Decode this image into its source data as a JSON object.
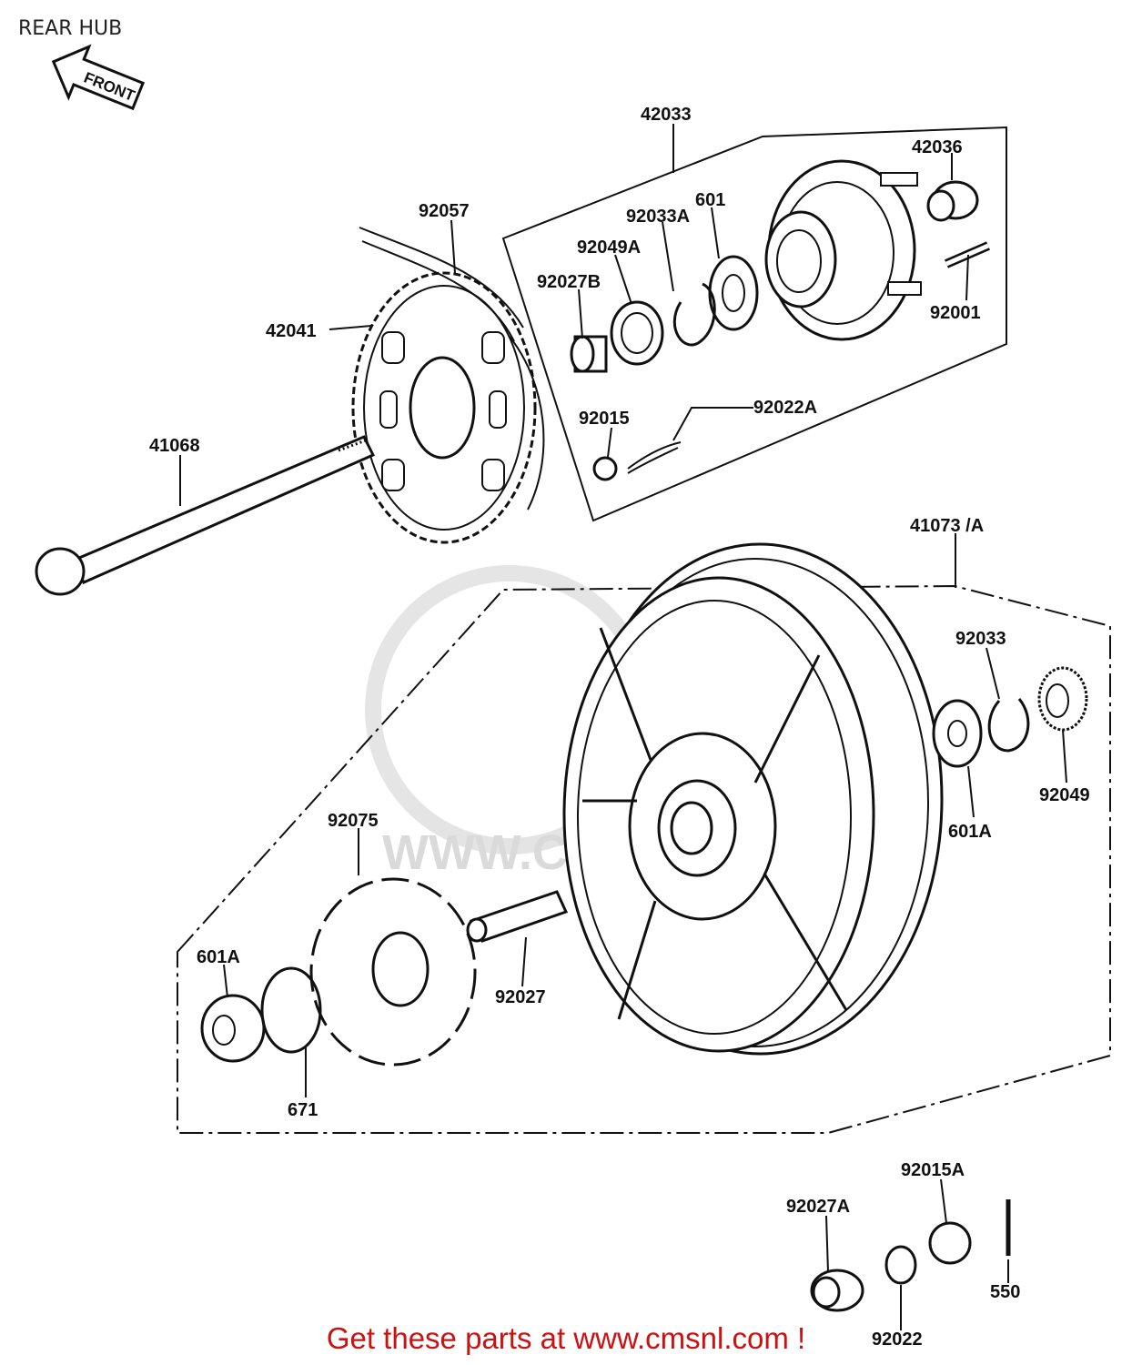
{
  "title": "REAR HUB",
  "front_arrow": "FRONT",
  "watermark": "WWW.CMSNL.COM",
  "footer": "Get these parts at www.cmsnl.com !",
  "parts": {
    "p42033": "42033",
    "p42036": "42036",
    "p601": "601",
    "p92033A": "92033A",
    "p92057": "92057",
    "p92049A": "92049A",
    "p92027B": "92027B",
    "p92001": "92001",
    "p42041": "42041",
    "p92015": "92015",
    "p92022A": "92022A",
    "p41068": "41068",
    "p41073A": "41073 /A",
    "p92033": "92033",
    "p92049": "92049",
    "p601A_right": "601A",
    "p92075": "92075",
    "p601A_left": "601A",
    "p92027": "92027",
    "p671": "671",
    "p92015A": "92015A",
    "p92027A": "92027A",
    "p550": "550",
    "p92022": "92022"
  }
}
